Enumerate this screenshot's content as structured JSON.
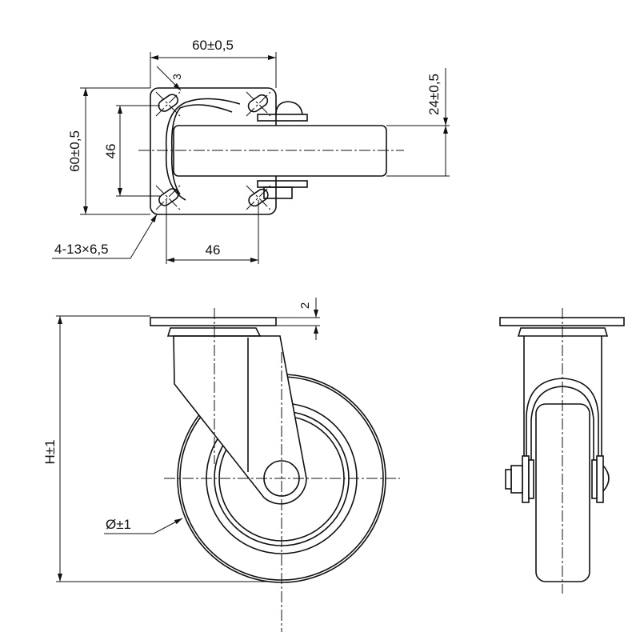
{
  "top_view": {
    "plate_width_dim": "60±0,5",
    "plate_height_dim": "60±0,5",
    "hole_spacing_vertical": "46",
    "hole_spacing_horizontal": "46",
    "corner_offset": "3",
    "wheel_width_dim": "24±0,5",
    "holes_label": "4-13×6,5"
  },
  "front_view": {
    "plate_thickness": "2",
    "height_dim": "H±1",
    "diameter_dim": "Ø±1"
  }
}
